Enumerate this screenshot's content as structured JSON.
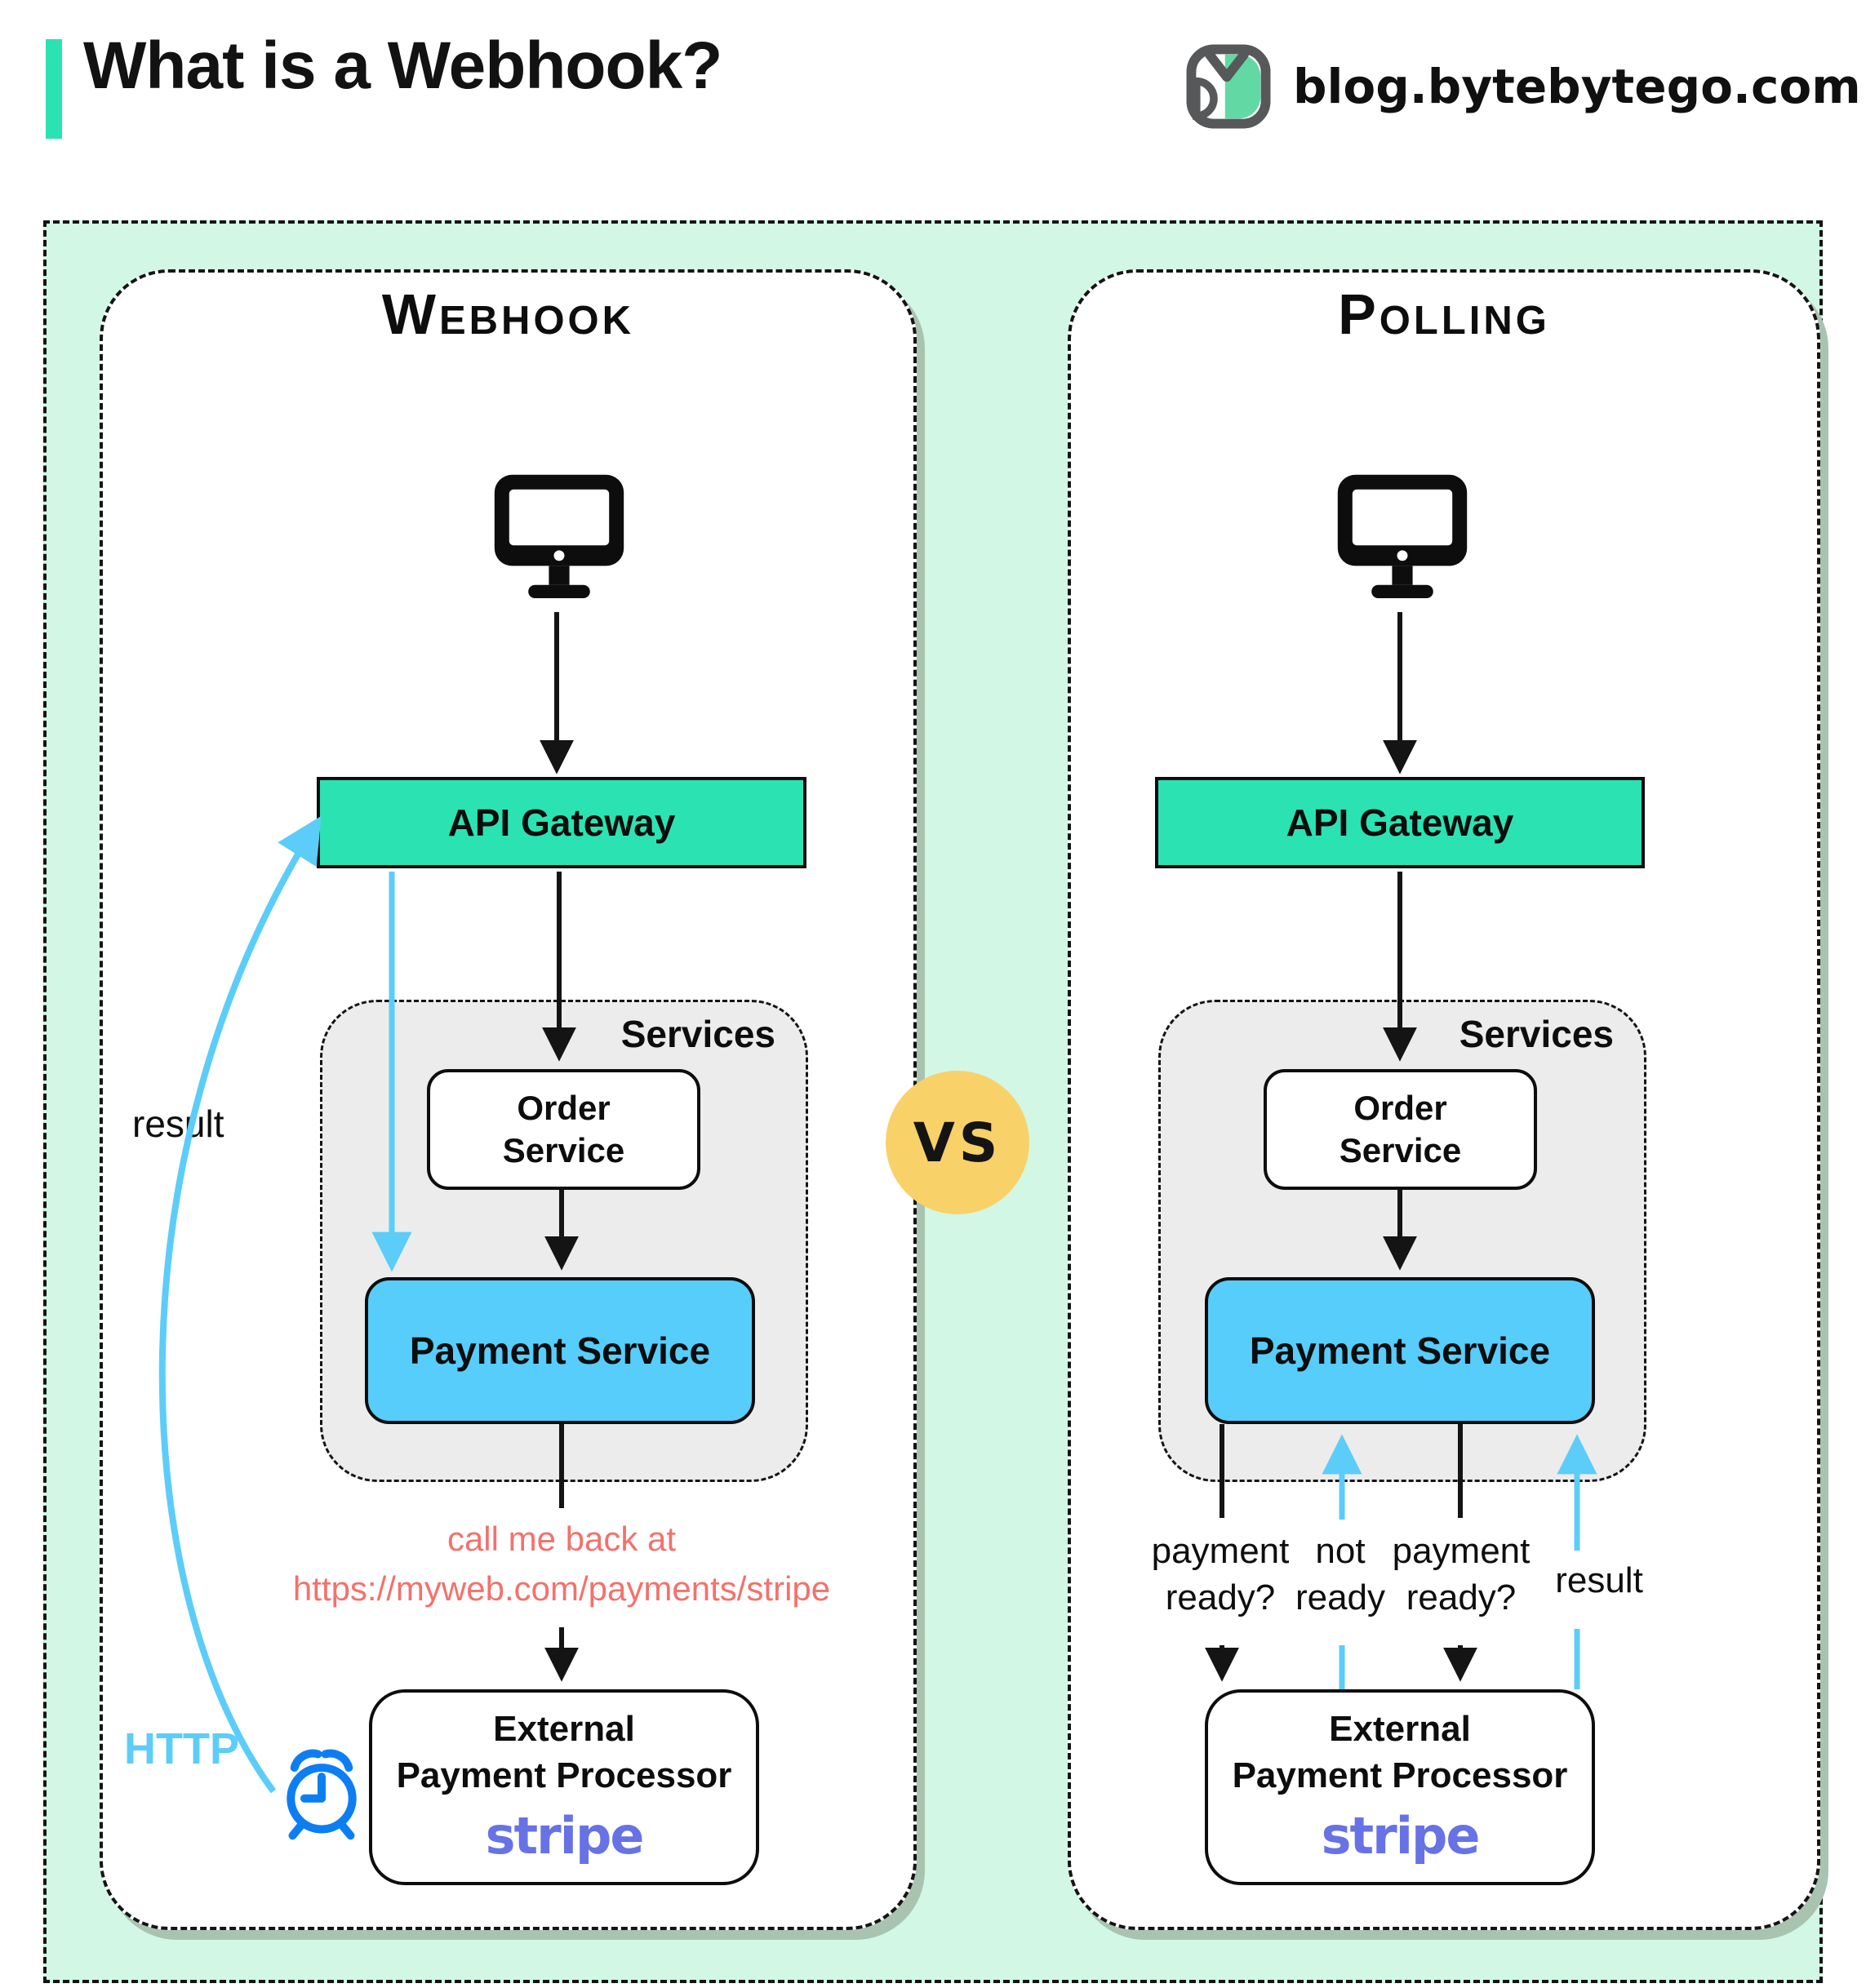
{
  "header": {
    "title": "What is a Webhook?",
    "site": "blog.bytebytego.com",
    "logo_icon": "bytebytego-owl-icon"
  },
  "vs_badge": "VS",
  "colors": {
    "background_green": "#d2f7e4",
    "accent_teal": "#2be3b2",
    "payment_blue": "#57cdfb",
    "arrow_blue": "#5ccdf8",
    "note_red": "#f4716c",
    "stripe_purple": "#6772e5",
    "vs_yellow": "#f8d169",
    "clock_blue": "#0d7ef2",
    "services_gray": "#ececec"
  },
  "webhook": {
    "title": "Webhook",
    "client_icon": "desktop-monitor-icon",
    "api_gateway": "API Gateway",
    "services_label": "Services",
    "order_line1": "Order",
    "order_line2": "Service",
    "payment": "Payment Service",
    "note_line1": "call me back at",
    "note_line2": "https://myweb.com/payments/stripe",
    "external_line1": "External",
    "external_line2": "Payment Processor",
    "external_brand": "stripe",
    "result_label": "result",
    "http_label": "HTTP",
    "clock_icon": "alarm-clock-icon"
  },
  "polling": {
    "title": "Polling",
    "client_icon": "desktop-monitor-icon",
    "api_gateway": "API Gateway",
    "services_label": "Services",
    "order_line1": "Order",
    "order_line2": "Service",
    "payment": "Payment Service",
    "external_line1": "External",
    "external_line2": "Payment Processor",
    "external_brand": "stripe",
    "ask1_line1": "payment",
    "ask1_line2": "ready?",
    "reply1_line1": "not",
    "reply1_line2": "ready",
    "ask2_line1": "payment",
    "ask2_line2": "ready?",
    "result_label": "result"
  }
}
